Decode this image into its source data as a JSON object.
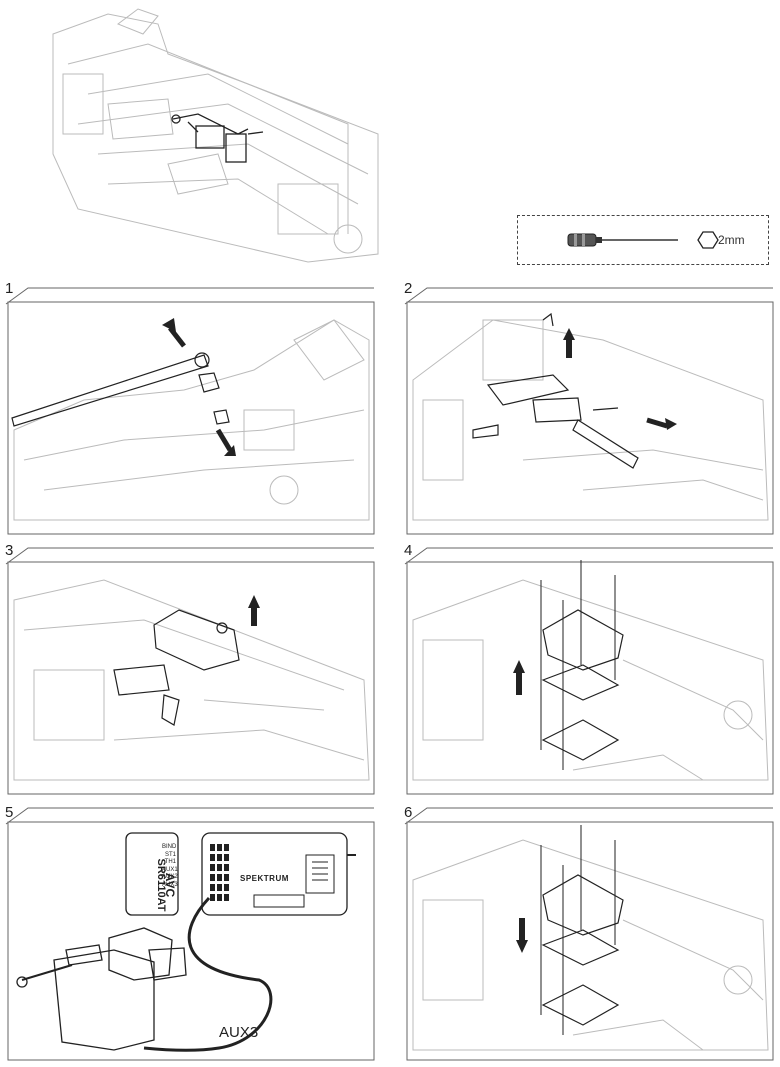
{
  "tools": {
    "hex_size": "2mm"
  },
  "steps": [
    {
      "number": "1"
    },
    {
      "number": "2"
    },
    {
      "number": "3"
    },
    {
      "number": "4"
    },
    {
      "number": "5",
      "servo_port_label": "AUX3",
      "receiver_side_model": "SR6110AT",
      "receiver_side_brand": "AVC",
      "receiver_channels": [
        "BIND",
        "ST1",
        "TH1",
        "AUX1",
        "AUX2",
        "AUX3"
      ],
      "receiver_brand": "SPEKTRUM"
    },
    {
      "number": "6"
    }
  ],
  "colors": {
    "arrow": "#222222",
    "line": "#666666",
    "light_line": "#bbbbbb"
  }
}
